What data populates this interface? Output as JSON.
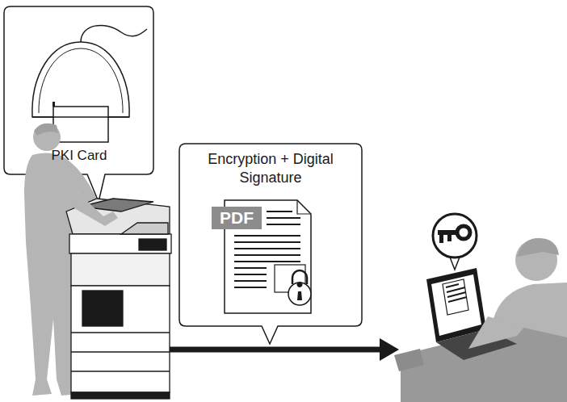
{
  "diagram": {
    "nodes": [
      {
        "text": [
          "PKI Card"
        ]
      },
      {
        "text": [
          "Encryption + Digital Signature"
        ]
      }
    ],
    "labels": [
      "PDF"
    ]
  }
}
